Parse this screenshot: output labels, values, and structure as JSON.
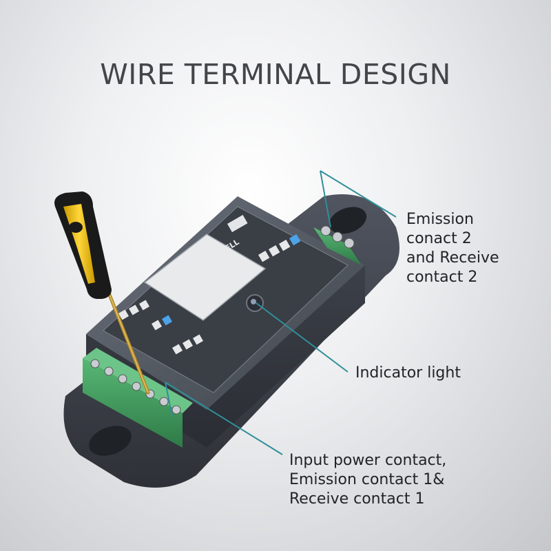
{
  "title": "WIRE TERMINAL DESIGN",
  "device": {
    "brand_label": "PHOTOCELL"
  },
  "callouts": {
    "emission": [
      "Emission",
      "conact 2",
      "and Receive",
      "contact 2"
    ],
    "indicator": "Indicator light",
    "input": [
      "Input power contact,",
      "Emission contact 1&",
      "Receive contact 1"
    ]
  },
  "colors": {
    "callout_line": "#2f8f9a",
    "device_body": "#4a4f58",
    "terminal_green": "#3f9a5c",
    "screwdriver_handle": "#f0c419"
  }
}
